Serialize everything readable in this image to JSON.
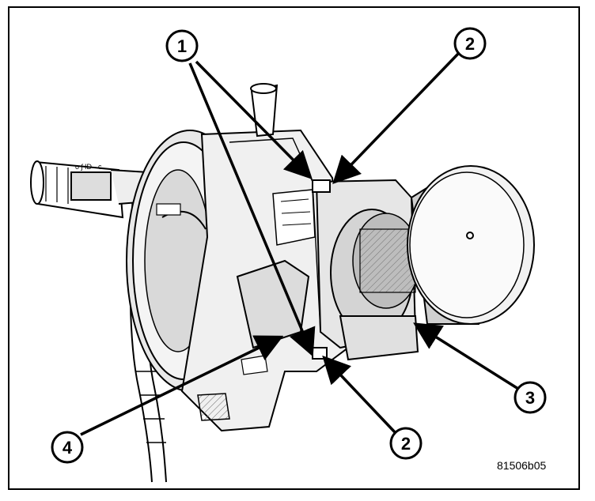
{
  "figure": {
    "id": "81506b05",
    "line_color": "#000000",
    "background_color": "#ffffff"
  },
  "callouts": [
    {
      "label": "1"
    },
    {
      "label": "2"
    },
    {
      "label": "2"
    },
    {
      "label": "3"
    },
    {
      "label": "4"
    }
  ]
}
